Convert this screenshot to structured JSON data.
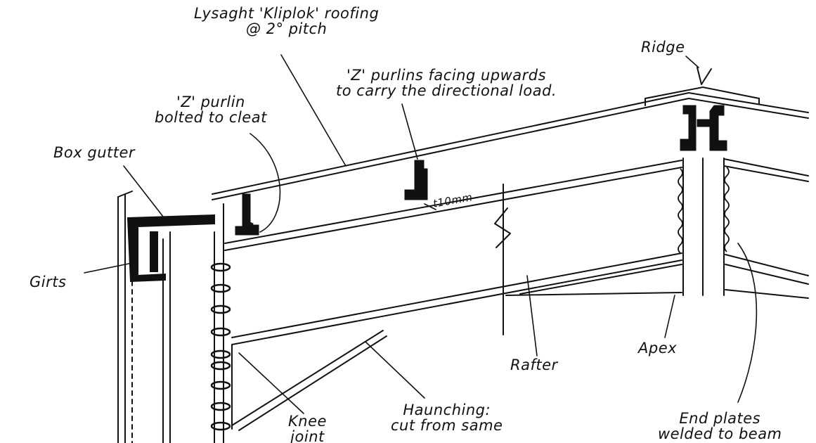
{
  "labels": {
    "roofing": [
      "Lysaght 'Kliplok' roofing",
      "@ 2° pitch"
    ],
    "ridge": "Ridge",
    "purlins_up": [
      "'Z' purlins facing upwards",
      "to carry the directional load."
    ],
    "z_purlin": [
      "'Z' purlin",
      "bolted to cleat"
    ],
    "box_gutter": "Box gutter",
    "thickness": "t10mm",
    "girts": "Girts",
    "apex": "Apex",
    "rafter": "Rafter",
    "knee": [
      "Knee",
      "joint"
    ],
    "haunching": [
      "Haunching:",
      "cut from same"
    ],
    "end_plates": [
      "End plates",
      "welded to beam"
    ]
  },
  "colors": {
    "ink": "#111111",
    "paper": "#ffffff"
  }
}
